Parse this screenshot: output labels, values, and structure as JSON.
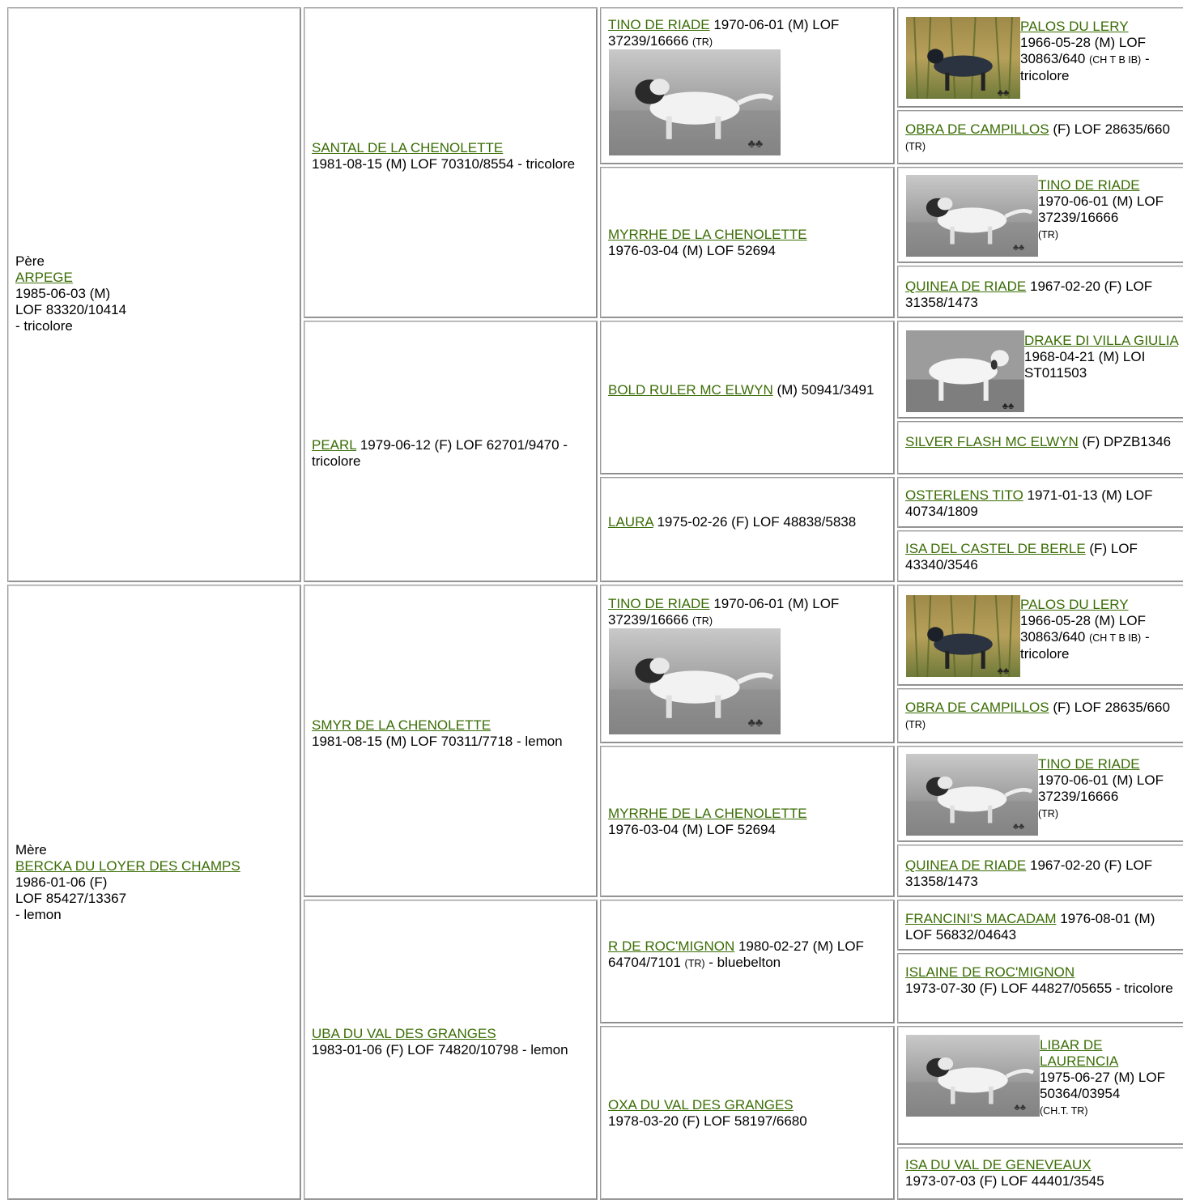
{
  "sire": {
    "role": "Père",
    "name": "ARPEGE",
    "line1": "1985-06-03 (M)",
    "line2": "LOF 83320/10414",
    "line3": "- tricolore"
  },
  "dam": {
    "role": "Mère",
    "name": "BERCKA DU LOYER DES CHAMPS",
    "line1": "1986-01-06 (F)",
    "line2": "LOF 85427/13367",
    "line3": "- lemon"
  },
  "gen2": {
    "santal": {
      "name": "SANTAL DE LA CHENOLETTE",
      "info": "1981-08-15 (M) LOF 70310/8554 - tricolore"
    },
    "pearl": {
      "name": "PEARL",
      "info": " 1979-06-12 (F) LOF 62701/9470 - tricolore"
    },
    "smyr": {
      "name": "SMYR DE LA CHENOLETTE",
      "info": "1981-08-15 (M) LOF 70311/7718 - lemon"
    },
    "uba": {
      "name": "UBA DU VAL DES GRANGES",
      "info": "1983-01-06 (F) LOF 74820/10798 - lemon"
    }
  },
  "gen3": {
    "tino1": {
      "name": "TINO DE RIADE",
      "info": " 1970-06-01 (M) LOF 37239/16666 ",
      "title": "(TR)"
    },
    "myrrhe1": {
      "name": "MYRRHE DE LA CHENOLETTE",
      "info": "1976-03-04 (M) LOF 52694"
    },
    "bold": {
      "name": "BOLD RULER MC ELWYN",
      "info": " (M) 50941/3491"
    },
    "laura": {
      "name": "LAURA",
      "info": " 1975-02-26 (F) LOF 48838/5838"
    },
    "tino2": {
      "name": "TINO DE RIADE",
      "info": " 1970-06-01 (M) LOF 37239/16666 ",
      "title": "(TR)"
    },
    "myrrhe2": {
      "name": "MYRRHE DE LA CHENOLETTE",
      "info": "1976-03-04 (M) LOF 52694"
    },
    "rroc": {
      "name": "R DE ROC'MIGNON",
      "info": " 1980-02-27 (M) LOF 64704/7101 ",
      "title": "(TR)",
      "suffix": " - bluebelton"
    },
    "oxa": {
      "name": "OXA DU VAL DES GRANGES",
      "info": "1978-03-20 (F) LOF 58197/6680"
    }
  },
  "gen4": {
    "palos1": {
      "name": "PALOS DU LERY",
      "info": "1966-05-28 (M) LOF 30863/640 ",
      "title": "(CH T B IB)",
      "suffix": " - tricolore"
    },
    "obra1": {
      "name": "OBRA DE CAMPILLOS",
      "info": " (F) LOF 28635/660 ",
      "title": "(TR)"
    },
    "tino3": {
      "name": "TINO DE RIADE",
      "info": "1970-06-01 (M) LOF 37239/16666",
      "title": "(TR)"
    },
    "quinea1": {
      "name": "QUINEA DE RIADE",
      "info": " 1967-02-20 (F) LOF 31358/1473"
    },
    "drake": {
      "name": "DRAKE DI VILLA GIULIA",
      "info": " 1968-04-21 (M) LOI ST011503"
    },
    "silver": {
      "name": "SILVER FLASH MC ELWYN",
      "info": " (F) DPZB1346"
    },
    "osterlens": {
      "name": "OSTERLENS TITO",
      "info": " 1971-01-13 (M) LOF 40734/1809"
    },
    "isa1": {
      "name": "ISA DEL CASTEL DE BERLE",
      "info": " (F) LOF 43340/3546"
    },
    "palos2": {
      "name": "PALOS DU LERY",
      "info": "1966-05-28 (M) LOF 30863/640 ",
      "title": "(CH T B IB)",
      "suffix": " - tricolore"
    },
    "obra2": {
      "name": "OBRA DE CAMPILLOS",
      "info": " (F) LOF 28635/660 ",
      "title": "(TR)"
    },
    "tino4": {
      "name": "TINO DE RIADE",
      "info": "1970-06-01 (M) LOF 37239/16666",
      "title": "(TR)"
    },
    "quinea2": {
      "name": "QUINEA DE RIADE",
      "info": " 1967-02-20 (F) LOF 31358/1473"
    },
    "francini": {
      "name": "FRANCINI'S MACADAM",
      "info": " 1976-08-01 (M) LOF 56832/04643"
    },
    "islaine": {
      "name": "ISLAINE DE ROC'MIGNON",
      "info": "1973-07-30 (F) LOF 44827/05655 - tricolore"
    },
    "libar": {
      "name": "LIBAR DE LAURENCIA",
      "info": "1975-06-27 (M) LOF 50364/03954",
      "title": "(CH.T. TR)"
    },
    "isa2": {
      "name": "ISA DU VAL DE GENEVEAUX",
      "info": "1973-07-03 (F) LOF 44401/3545"
    }
  },
  "icons": {
    "photo": "dog-photo-icon"
  },
  "colors": {
    "link": "#3a6d05",
    "border": "#9a9a9a"
  }
}
